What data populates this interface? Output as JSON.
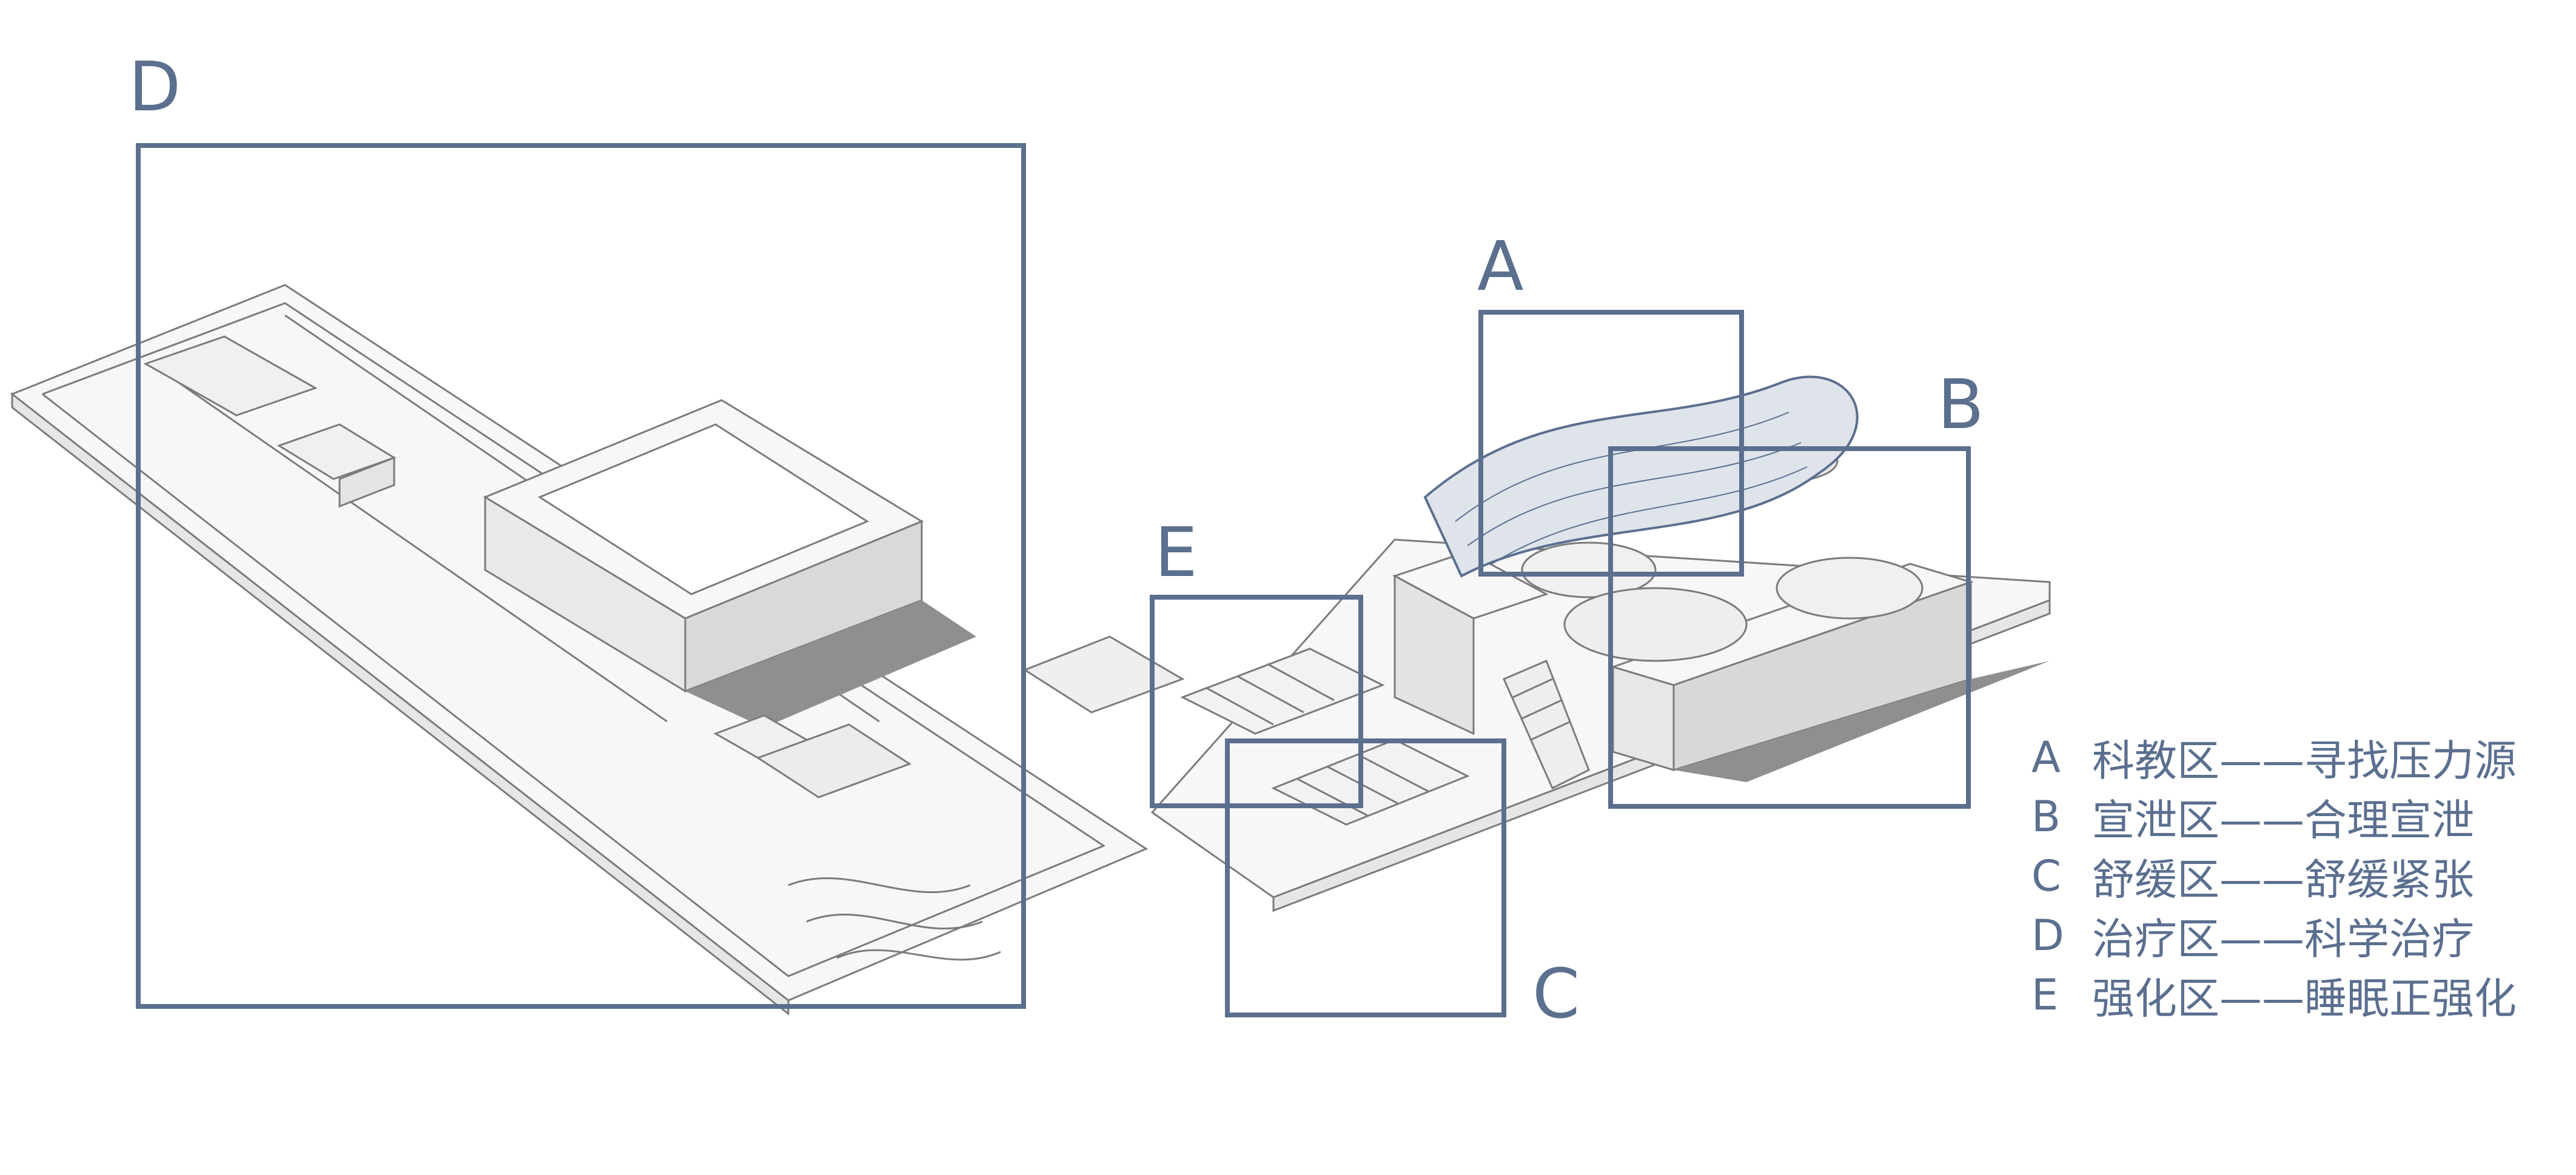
{
  "colors": {
    "frame": "#5b6f8f",
    "text": "#5b6f8f",
    "line": "#7b7b7b",
    "shadow": "#8f8f8f",
    "fill": "#f6f6f6",
    "wall": "#e3e3e3"
  },
  "zones": [
    {
      "id": "D",
      "letter": "D",
      "name": "治疗区",
      "theme": "科学治疗"
    },
    {
      "id": "A",
      "letter": "A",
      "name": "科教区",
      "theme": "寻找压力源"
    },
    {
      "id": "B",
      "letter": "B",
      "name": "宣泄区",
      "theme": "合理宣泄"
    },
    {
      "id": "E",
      "letter": "E",
      "name": "强化区",
      "theme": "睡眠正强化"
    },
    {
      "id": "C",
      "letter": "C",
      "name": "舒缓区",
      "theme": "舒缓紧张"
    }
  ],
  "legend": [
    {
      "key": "A",
      "text": "科教区——寻找压力源"
    },
    {
      "key": "B",
      "text": "宣泄区——合理宣泄"
    },
    {
      "key": "C",
      "text": "舒缓区——舒缓紧张"
    },
    {
      "key": "D",
      "text": "治疗区——科学治疗"
    },
    {
      "key": "E",
      "text": "强化区——睡眠正强化"
    }
  ]
}
